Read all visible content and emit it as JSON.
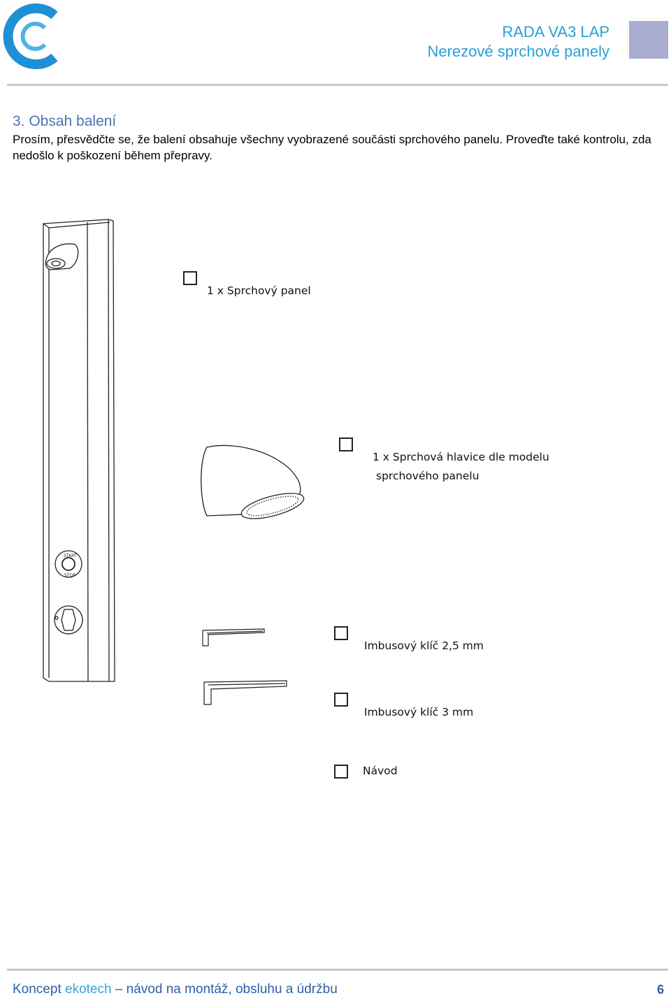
{
  "header": {
    "title_line1": "RADA VA3 LAP",
    "title_line2": "Nerezové sprchové panely",
    "accent_color": "#2a9fd6",
    "logo_color": "#1e90d6"
  },
  "section": {
    "title": "3.  Obsah balení",
    "intro": "Prosím, přesvědčte se, že balení obsahuje všechny vyobrazené součásti sprchového panelu. Proveďte také kontrolu, zda nedošlo k poškození během přepravy."
  },
  "panel_labels": {
    "start": "START",
    "stop": "STOP"
  },
  "checklist": [
    {
      "label": "1 x Sprchový panel"
    },
    {
      "label_line1": "1 x Sprchová hlavice dle modelu",
      "label_line2": "sprchového panelu"
    },
    {
      "label": "Imbusový klíč 2,5 mm"
    },
    {
      "label": "Imbusový klíč 3 mm"
    },
    {
      "label": "Návod"
    }
  ],
  "footer": {
    "text_a": "Koncept ",
    "text_brand": "ekotech",
    "text_b": " – návod na montáž, obsluhu a údržbu",
    "page_number": "6"
  }
}
